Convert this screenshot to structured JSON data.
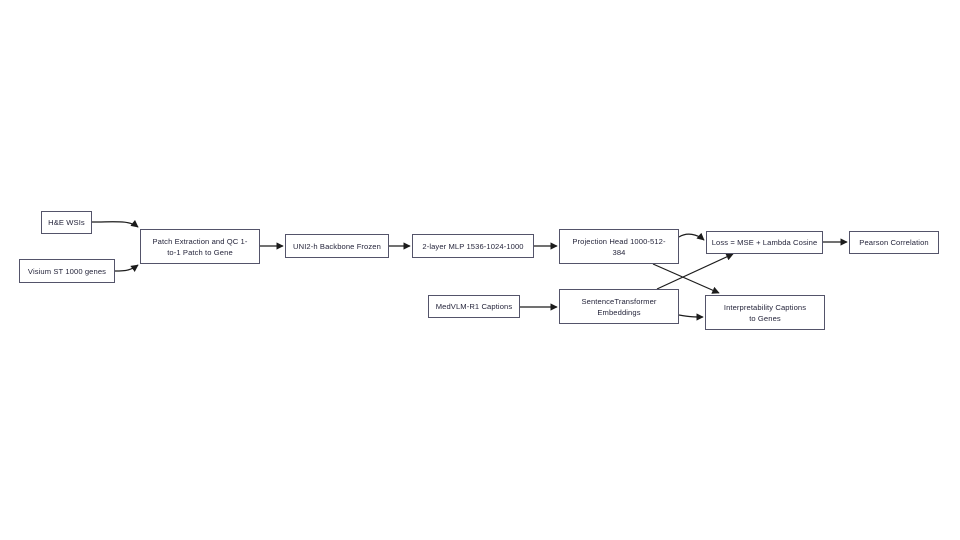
{
  "colors": {
    "bg": "#ffffff",
    "node-fill": "#ffffff",
    "node-border": "#54546a",
    "text": "#26263c",
    "arrow": "#1c1c1c"
  },
  "diagram": {
    "type": "flowchart",
    "nodes": {
      "hne": {
        "label": "H&E WSIs"
      },
      "visium": {
        "label": "Visium ST 1000 genes"
      },
      "patch": {
        "label": "Patch Extraction and QC 1-\nto-1 Patch to Gene"
      },
      "uni": {
        "label": "UNI2-h Backbone Frozen"
      },
      "mlp": {
        "label": "2-layer MLP 1536-1024-1000"
      },
      "proj": {
        "label": "Projection Head 1000-512-\n384"
      },
      "loss": {
        "label": "Loss = MSE + Lambda Cosine"
      },
      "pearson": {
        "label": "Pearson Correlation"
      },
      "medvlm": {
        "label": "MedVLM-R1 Captions"
      },
      "sent": {
        "label": "SentenceTransformer\nEmbeddings"
      },
      "interp": {
        "label": "Interpretability Captions\nto Genes"
      }
    },
    "edges": [
      {
        "from": "hne",
        "to": "patch"
      },
      {
        "from": "visium",
        "to": "patch"
      },
      {
        "from": "patch",
        "to": "uni"
      },
      {
        "from": "uni",
        "to": "mlp"
      },
      {
        "from": "mlp",
        "to": "proj"
      },
      {
        "from": "proj",
        "to": "loss"
      },
      {
        "from": "loss",
        "to": "pearson"
      },
      {
        "from": "medvlm",
        "to": "sent"
      },
      {
        "from": "sent",
        "to": "loss"
      },
      {
        "from": "proj",
        "to": "interp"
      },
      {
        "from": "sent",
        "to": "interp"
      }
    ]
  }
}
